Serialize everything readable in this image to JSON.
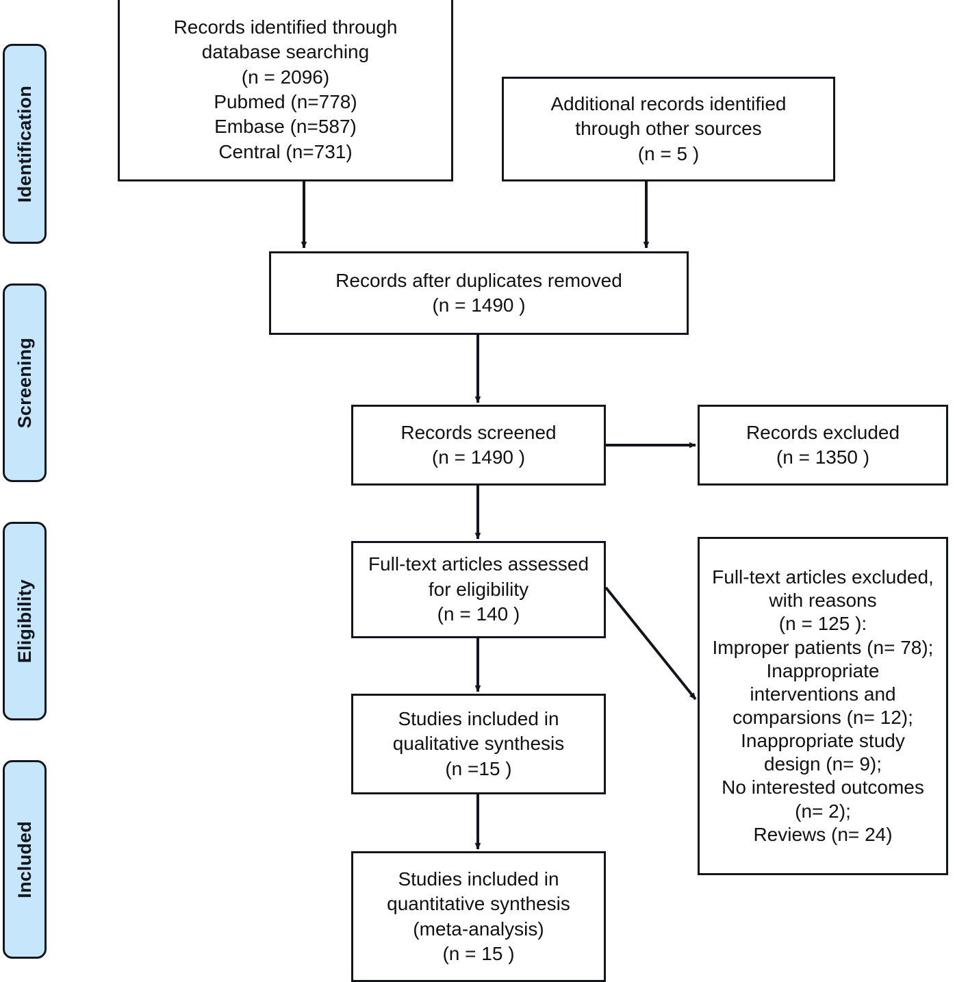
{
  "diagram": {
    "type": "prisma-flow-diagram",
    "accent_color": "#C5E6FB",
    "line_color": "#12161c",
    "stages": [
      {
        "id": "identification",
        "label": "Identification"
      },
      {
        "id": "screening",
        "label": "Screening"
      },
      {
        "id": "eligibility",
        "label": "Eligibility"
      },
      {
        "id": "included",
        "label": "Included"
      }
    ],
    "boxes": {
      "database_records": "Records identified through\ndatabase searching\n(n = 2096)\nPubmed (n=778)\nEmbase (n=587)\nCentral (n=731)",
      "additional_records": "Additional records identified\nthrough other sources\n(n = 5  )",
      "duplicates_removed": "Records after duplicates removed\n(n = 1490  )",
      "records_screened": "Records screened\n(n = 1490  )",
      "records_excluded": "Records excluded\n(n = 1350  )",
      "fulltext_assessed": "Full-text articles assessed\nfor eligibility\n(n =  140  )",
      "fulltext_excluded": "Full-text articles excluded,\nwith reasons\n(n = 125  ):\nImproper patients (n= 78);\nInappropriate\ninterventions and\ncomparsions (n= 12);\nInappropriate study\ndesign (n= 9);\nNo interested outcomes\n(n= 2);\nReviews (n= 24)",
      "qualitative_synthesis": "Studies included in\nqualitative synthesis\n(n =15  )",
      "quantitative_synthesis": "Studies included in\nquantitative synthesis\n(meta-analysis)\n(n = 15  )"
    },
    "counts": {
      "database_total": 2096,
      "pubmed": 778,
      "embase": 587,
      "central": 731,
      "additional": 5,
      "after_duplicates": 1490,
      "screened": 1490,
      "excluded_screening": 1350,
      "fulltext_assessed": 140,
      "fulltext_excluded": 125,
      "improper_patients": 78,
      "inappropriate_interventions": 12,
      "inappropriate_design": 9,
      "no_interested_outcomes": 2,
      "reviews": 24,
      "qualitative": 15,
      "quantitative": 15
    }
  }
}
